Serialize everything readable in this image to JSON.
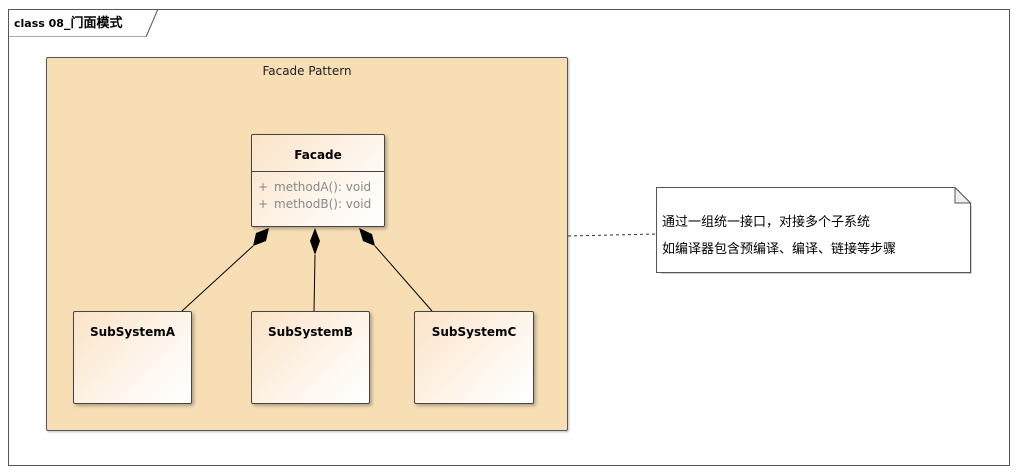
{
  "frame": {
    "title_prefix": "class 08",
    "title_main": "_门面模式"
  },
  "package": {
    "title": "Facade Pattern"
  },
  "facade": {
    "name": "Facade",
    "operations": [
      {
        "visibility": "+",
        "signature": "methodA(): void"
      },
      {
        "visibility": "+",
        "signature": "methodB(): void"
      }
    ]
  },
  "subsystems": [
    {
      "name": "SubSystemA"
    },
    {
      "name": "SubSystemB"
    },
    {
      "name": "SubSystemC"
    }
  ],
  "note": {
    "lines": [
      "通过一组统一接口，对接多个子系统",
      "如编译器包含预编译、编译、链接等步骤"
    ]
  }
}
